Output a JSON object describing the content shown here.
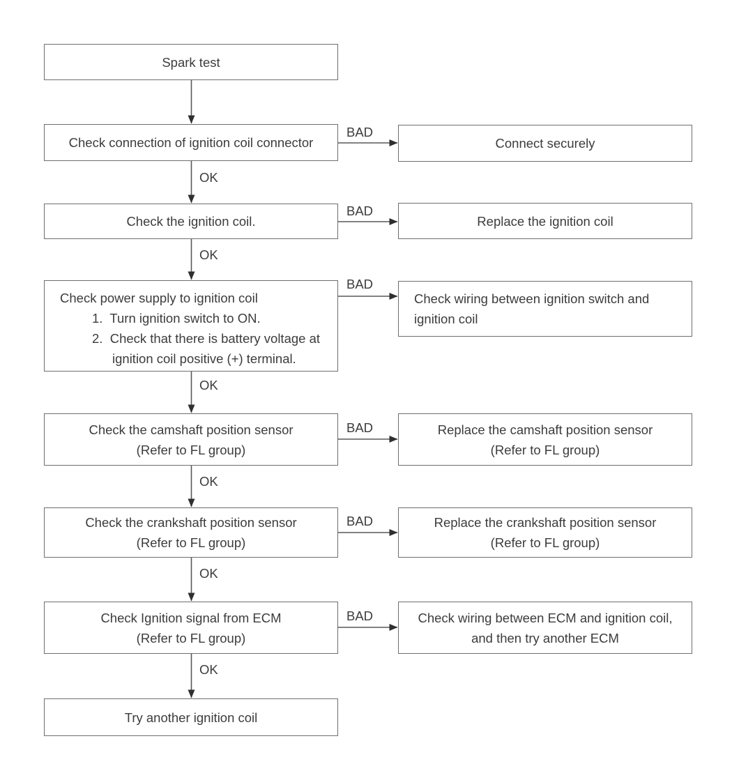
{
  "labels": {
    "ok": "OK",
    "bad": "BAD"
  },
  "colors": {
    "background": "#ffffff",
    "box_border": "#6e6e70",
    "text": "#3c3c3c",
    "connector_line": "#58585a",
    "arrowhead": "#2f2f2f"
  },
  "nodes": {
    "spark_test": {
      "lines": [
        "Spark test"
      ]
    },
    "check_connection": {
      "lines": [
        "Check connection of ignition coil connector"
      ]
    },
    "connect_securely": {
      "lines": [
        "Connect securely"
      ]
    },
    "check_ignition_coil": {
      "lines": [
        "Check the ignition coil."
      ]
    },
    "replace_ignition_coil": {
      "lines": [
        "Replace the ignition coil"
      ]
    },
    "check_power_supply": {
      "lines": [
        "Check power supply to ignition coil",
        "1.  Turn ignition switch to ON.",
        "2.  Check that there is battery voltage at",
        "ignition coil positive (+) terminal."
      ]
    },
    "check_wiring_switch": {
      "lines": [
        "Check wiring between ignition switch and ignition coil"
      ]
    },
    "check_camshaft": {
      "lines": [
        "Check the camshaft position sensor",
        "(Refer to FL group)"
      ]
    },
    "replace_camshaft": {
      "lines": [
        "Replace the camshaft position sensor",
        "(Refer to FL group)"
      ]
    },
    "check_crankshaft": {
      "lines": [
        "Check the crankshaft position sensor",
        "(Refer to FL group)"
      ]
    },
    "replace_crankshaft": {
      "lines": [
        "Replace the crankshaft position sensor",
        "(Refer to FL group)"
      ]
    },
    "check_ecm_signal": {
      "lines": [
        "Check Ignition signal from ECM",
        "(Refer to FL group)"
      ]
    },
    "check_wiring_ecm": {
      "lines": [
        "Check wiring between ECM and ignition coil,",
        "and then try another ECM"
      ]
    },
    "try_another_coil": {
      "lines": [
        "Try another ignition coil"
      ]
    }
  }
}
